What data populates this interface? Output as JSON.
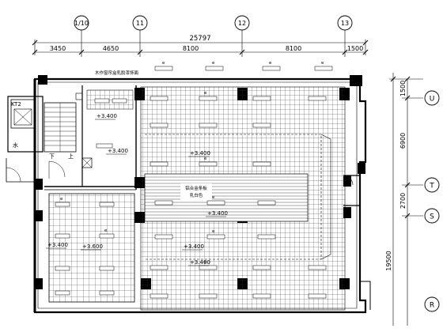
{
  "grid_axes_top": [
    "1/10",
    "11",
    "12",
    "13"
  ],
  "grid_axes_right": [
    "U",
    "T",
    "S",
    "R"
  ],
  "dimensions_top": {
    "total": "25797",
    "segments": [
      "3450",
      "4650",
      "8100",
      "8100",
      "1500"
    ]
  },
  "dimensions_right": {
    "total": "19500",
    "segments": [
      "1500",
      "6900",
      "2700"
    ]
  },
  "labels": {
    "stair_tag": "KT2",
    "water_tag": "水",
    "stair_down": "下",
    "stair_up": "上",
    "top_note": "木作窗帘盒乳胶漆饰面",
    "center_note_line1": "铝合金条板",
    "center_note_line2": "乳白色"
  },
  "elevations": [
    "+3.400",
    "+3.400",
    "+3.400",
    "+3.400",
    "+3.400",
    "+3.400",
    "+3.600",
    "+3.400"
  ],
  "light_symbol": "e"
}
